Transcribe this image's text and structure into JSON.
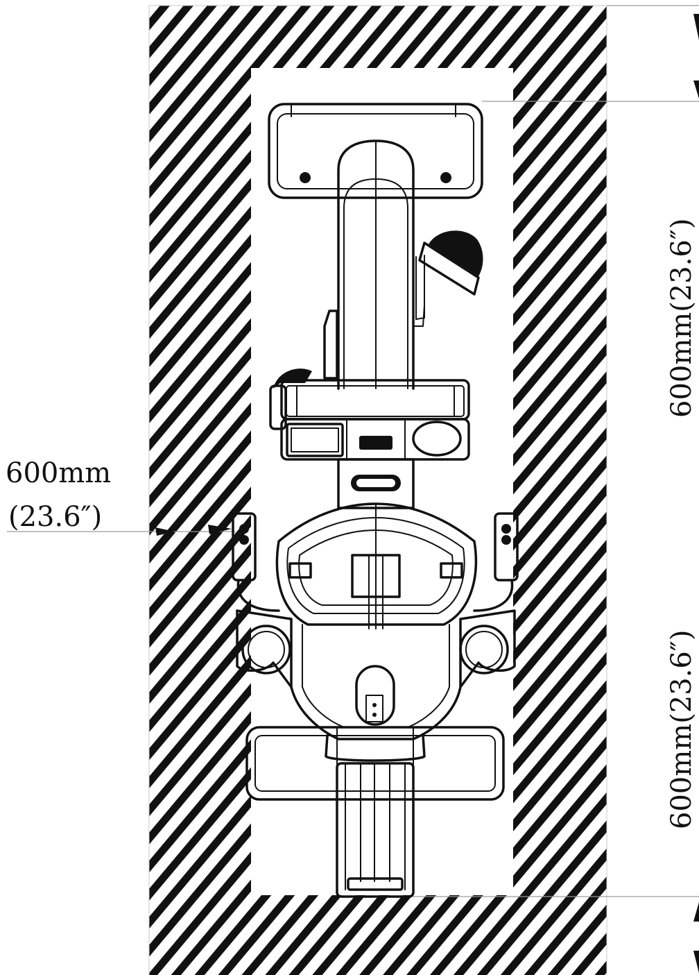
{
  "diagram": {
    "clearance_left": {
      "value_label": "600mm",
      "imperial_label": "(23.6″)"
    },
    "clearance_front": {
      "label": "600mm(23.6″)"
    },
    "clearance_rear": {
      "label": "600mm(23.6″)"
    },
    "colors": {
      "ink": "#111111",
      "dimension_line": "#9a9a9a",
      "background": "#ffffff"
    }
  }
}
